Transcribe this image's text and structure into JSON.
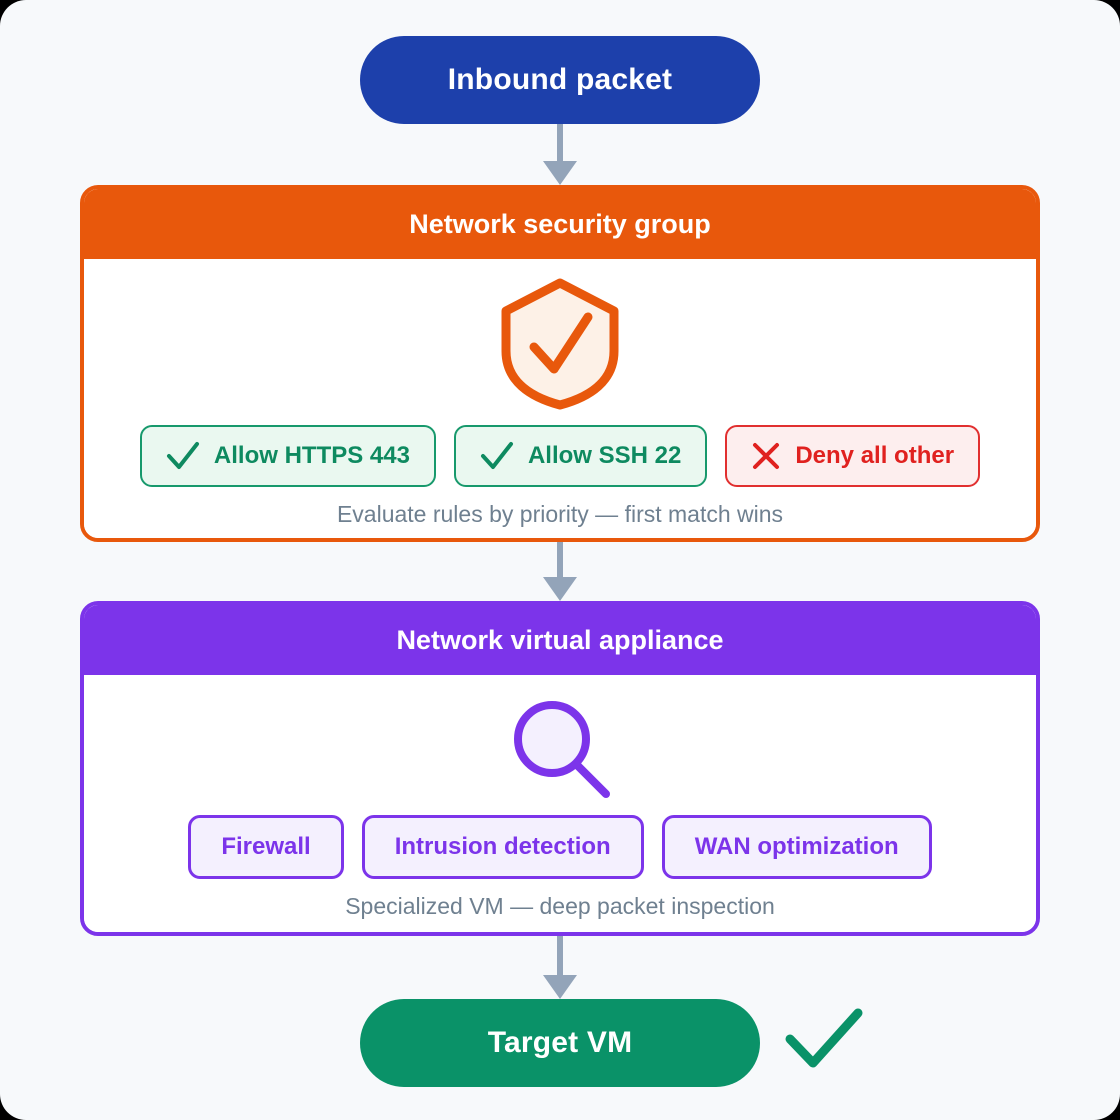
{
  "flow": {
    "start": {
      "label": "Inbound packet",
      "color": "#1d40ab"
    },
    "end": {
      "label": "Target VM",
      "color": "#0a9268"
    },
    "connector_color": "#93a4b9"
  },
  "nsg_card": {
    "title": "Network security group",
    "accent": "#e8580c",
    "icon": "shield-check-icon",
    "rules": [
      {
        "label": "Allow HTTPS 443",
        "glyph": "check-icon",
        "kind": "allow",
        "color": "#0e8a60"
      },
      {
        "label": "Allow SSH 22",
        "glyph": "check-icon",
        "kind": "allow",
        "color": "#0e8a60"
      },
      {
        "label": "Deny all other",
        "glyph": "x-icon",
        "kind": "deny",
        "color": "#e0211f"
      }
    ],
    "caption": "Evaluate rules by priority — first match wins"
  },
  "nva_card": {
    "title": "Network virtual appliance",
    "accent": "#7c34ea",
    "icon": "magnifier-icon",
    "functions": [
      {
        "label": "Firewall"
      },
      {
        "label": "Intrusion detection"
      },
      {
        "label": "WAN optimization"
      }
    ],
    "caption": "Specialized VM — deep packet inspection"
  },
  "result": {
    "icon": "check-icon",
    "color": "#0a9268"
  }
}
